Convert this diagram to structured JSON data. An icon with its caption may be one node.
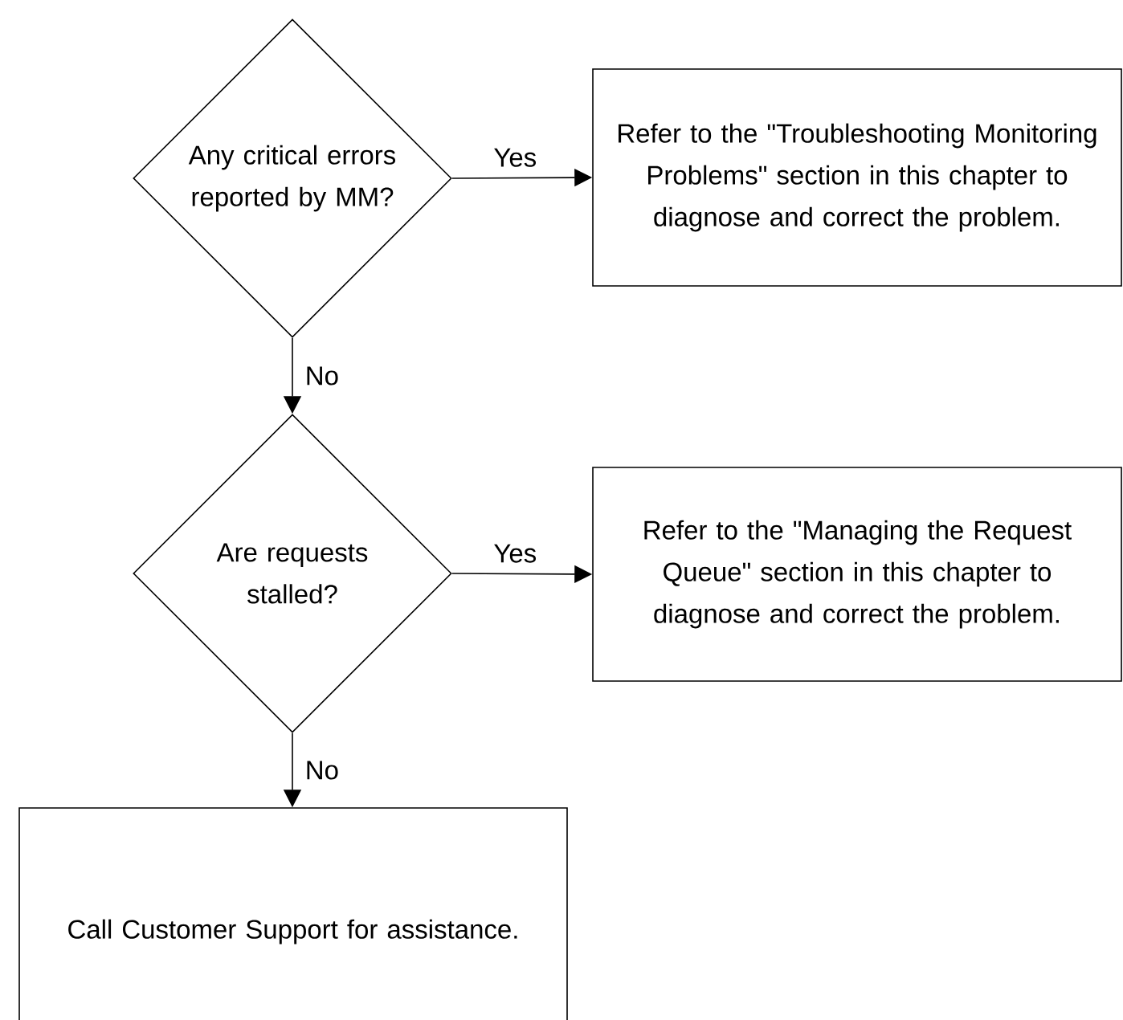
{
  "diagram": {
    "nodes": [
      {
        "text": [
          "Any critical errors reported by MM?"
        ]
      },
      {
        "text": [
          "Refer to the \"Troubleshooting Monitoring Problems\" section in this chapter to diagnose and correct the problem."
        ]
      },
      {
        "text": [
          "Are requests stalled?"
        ]
      },
      {
        "text": [
          "Refer to the \"Managing the Request Queue\" section in this chapter to diagnose and correct the problem."
        ]
      },
      {
        "text": [
          "Call Customer Support for assistance."
        ]
      }
    ],
    "edges": [
      {
        "from": 0,
        "to": 1,
        "arrow": "to",
        "label": "Yes"
      },
      {
        "from": 0,
        "to": 2,
        "arrow": "to",
        "label": "No"
      },
      {
        "from": 2,
        "to": 3,
        "arrow": "to",
        "label": "Yes"
      },
      {
        "from": 2,
        "to": 4,
        "arrow": "to",
        "label": "No"
      }
    ]
  }
}
